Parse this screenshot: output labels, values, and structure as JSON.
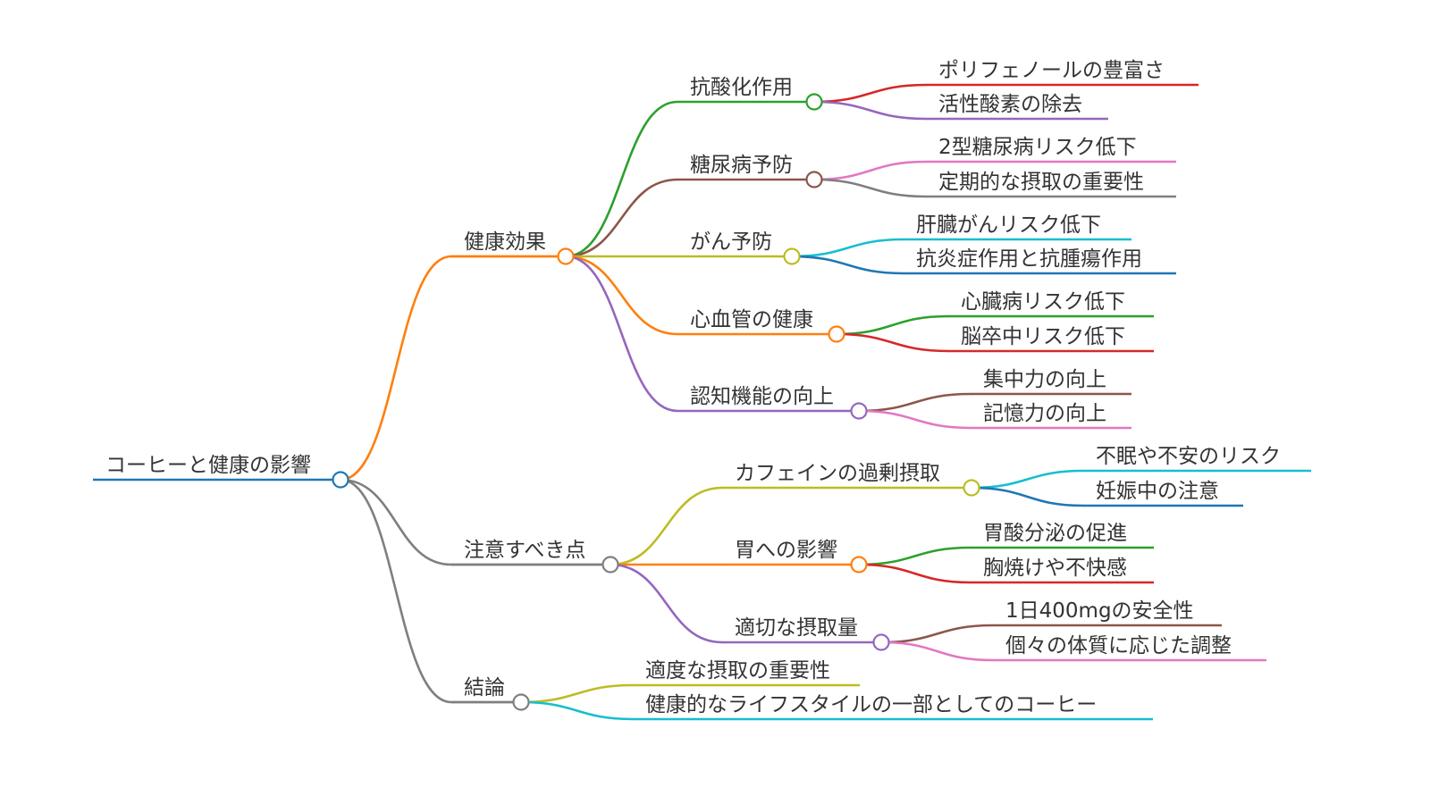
{
  "mindmap": {
    "root": {
      "label": "コーヒーと健康の影響",
      "color": "#1f77b4"
    },
    "branches": [
      {
        "label": "健康効果",
        "color": "#ff7f0e",
        "children": [
          {
            "label": "抗酸化作用",
            "color": "#2ca02c",
            "children": [
              {
                "label": "ポリフェノールの豊富さ",
                "color": "#d62728"
              },
              {
                "label": "活性酸素の除去",
                "color": "#9467bd"
              }
            ]
          },
          {
            "label": "糖尿病予防",
            "color": "#8c564b",
            "children": [
              {
                "label": "2型糖尿病リスク低下",
                "color": "#e377c2"
              },
              {
                "label": "定期的な摂取の重要性",
                "color": "#7f7f7f"
              }
            ]
          },
          {
            "label": "がん予防",
            "color": "#bcbd22",
            "children": [
              {
                "label": "肝臓がんリスク低下",
                "color": "#17becf"
              },
              {
                "label": "抗炎症作用と抗腫瘍作用",
                "color": "#1f77b4"
              }
            ]
          },
          {
            "label": "心血管の健康",
            "color": "#ff7f0e",
            "children": [
              {
                "label": "心臓病リスク低下",
                "color": "#2ca02c"
              },
              {
                "label": "脳卒中リスク低下",
                "color": "#d62728"
              }
            ]
          },
          {
            "label": "認知機能の向上",
            "color": "#9467bd",
            "children": [
              {
                "label": "集中力の向上",
                "color": "#8c564b"
              },
              {
                "label": "記憶力の向上",
                "color": "#e377c2"
              }
            ]
          }
        ]
      },
      {
        "label": "注意すべき点",
        "color": "#7f7f7f",
        "children": [
          {
            "label": "カフェインの過剰摂取",
            "color": "#bcbd22",
            "children": [
              {
                "label": "不眠や不安のリスク",
                "color": "#17becf"
              },
              {
                "label": "妊娠中の注意",
                "color": "#1f77b4"
              }
            ]
          },
          {
            "label": "胃への影響",
            "color": "#ff7f0e",
            "children": [
              {
                "label": "胃酸分泌の促進",
                "color": "#2ca02c"
              },
              {
                "label": "胸焼けや不快感",
                "color": "#d62728"
              }
            ]
          },
          {
            "label": "適切な摂取量",
            "color": "#9467bd",
            "children": [
              {
                "label": "1日400mgの安全性",
                "color": "#8c564b"
              },
              {
                "label": "個々の体質に応じた調整",
                "color": "#e377c2"
              }
            ]
          }
        ]
      },
      {
        "label": "結論",
        "color": "#7f7f7f",
        "children": [
          {
            "label": "適度な摂取の重要性",
            "color": "#bcbd22"
          },
          {
            "label": "健康的なライフスタイルの一部としてのコーヒー",
            "color": "#17becf"
          }
        ]
      }
    ]
  }
}
